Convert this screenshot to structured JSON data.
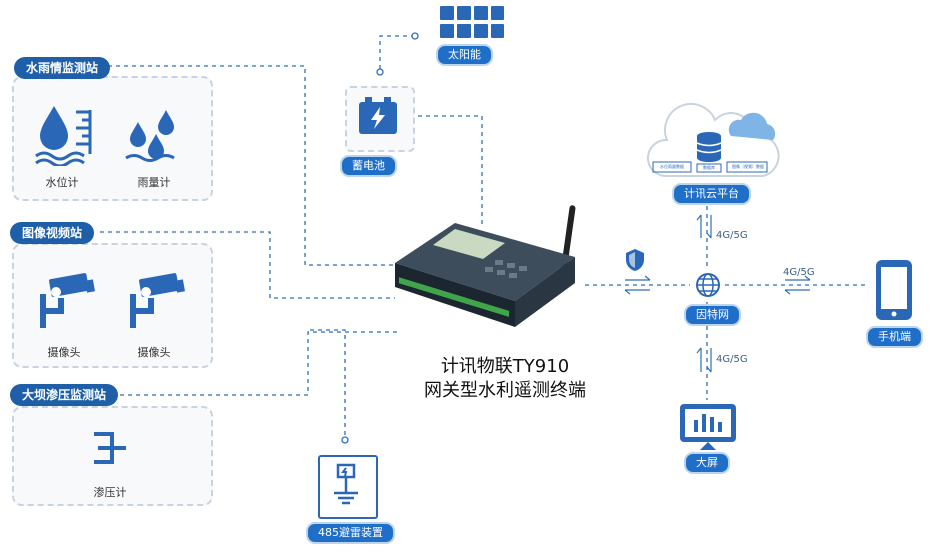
{
  "groups": {
    "water_rain": {
      "title": "水雨情监测站",
      "items": [
        "水位计",
        "雨量计"
      ]
    },
    "video": {
      "title": "图像视频站",
      "items": [
        "摄像头",
        "摄像头"
      ]
    },
    "dam": {
      "title": "大坝渗压监测站",
      "items": [
        "渗压计"
      ]
    }
  },
  "center": {
    "line1": "计讯物联TY910",
    "line2": "网关型水利遥测终端"
  },
  "peripherals": {
    "solar": "太阳能",
    "battery": "蓄电池",
    "lightning": "485避雷装置",
    "cloud": "计讯云平台",
    "internet": "因特网",
    "phone": "手机端",
    "screen": "大屏"
  },
  "cloud_sublabels": [
    "水位雨量数据",
    "数据库",
    "图像（视频）数据"
  ],
  "network": {
    "up": "4G/5G",
    "right": "4G/5G",
    "down": "4G/5G"
  },
  "colors": {
    "primary": "#1f6fc9",
    "tag": "#1f5fa8",
    "dash": "#2f6fb8",
    "icon": "#2b67b7"
  }
}
